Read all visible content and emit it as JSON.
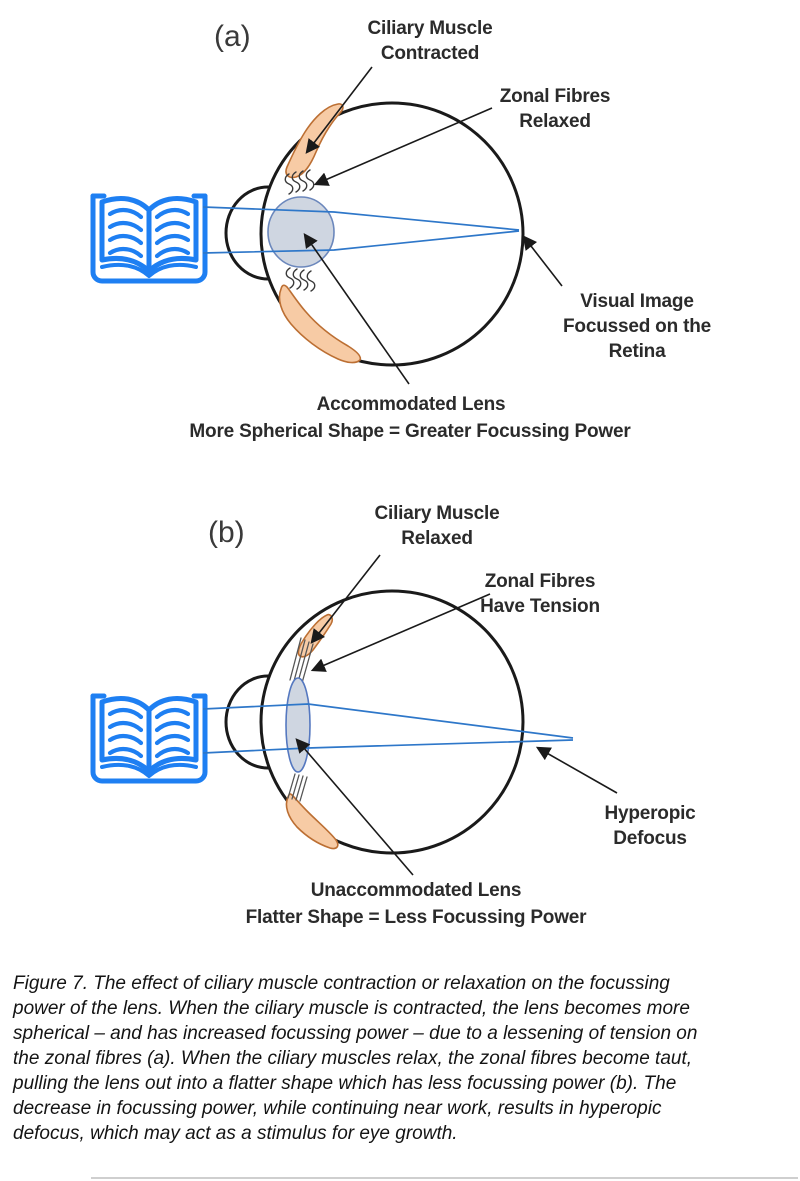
{
  "panels": [
    {
      "letter": "(a)",
      "icon": "open-book-icon",
      "labels": {
        "ciliary": "Ciliary Muscle\nContracted",
        "zonal": "Zonal Fibres\nRelaxed",
        "focus": "Visual Image\nFocussed on the\nRetina",
        "lens_title": "Accommodated Lens",
        "lens_subtitle": "More Spherical Shape = Greater Focussing Power"
      }
    },
    {
      "letter": "(b)",
      "icon": "open-book-icon",
      "labels": {
        "ciliary": "Ciliary Muscle\nRelaxed",
        "zonal": "Zonal Fibres\nHave Tension",
        "focus": "Hyperopic\nDefocus",
        "lens_title": "Unaccommodated Lens",
        "lens_subtitle": "Flatter Shape = Less Focussing Power"
      }
    }
  ],
  "caption": {
    "lines": [
      "Figure 7. The effect of ciliary muscle contraction or relaxation on the focussing",
      "power of the lens. When the ciliary muscle is contracted, the lens becomes more",
      "spherical – and has increased focussing power – due to a lessening of tension on",
      "the zonal fibres (a). When the ciliary muscles relax, the zonal fibres become taut,",
      "pulling the lens out into a flatter shape which has less focussing power (b). The",
      "decrease in focussing power, while continuing near work, results in hyperopic",
      "defocus, which may act as a stimulus for eye growth."
    ]
  },
  "colors": {
    "book_blue": "#1E7FF2",
    "ray_blue": "#2E77C9",
    "lens_fill": "#CFD6E1",
    "lens_stroke": "#6B87BC",
    "muscle_fill": "#F7CBA5",
    "muscle_stroke": "#BC6F33",
    "outline": "#1A1A1A",
    "label_text": "#2B2B2B"
  }
}
